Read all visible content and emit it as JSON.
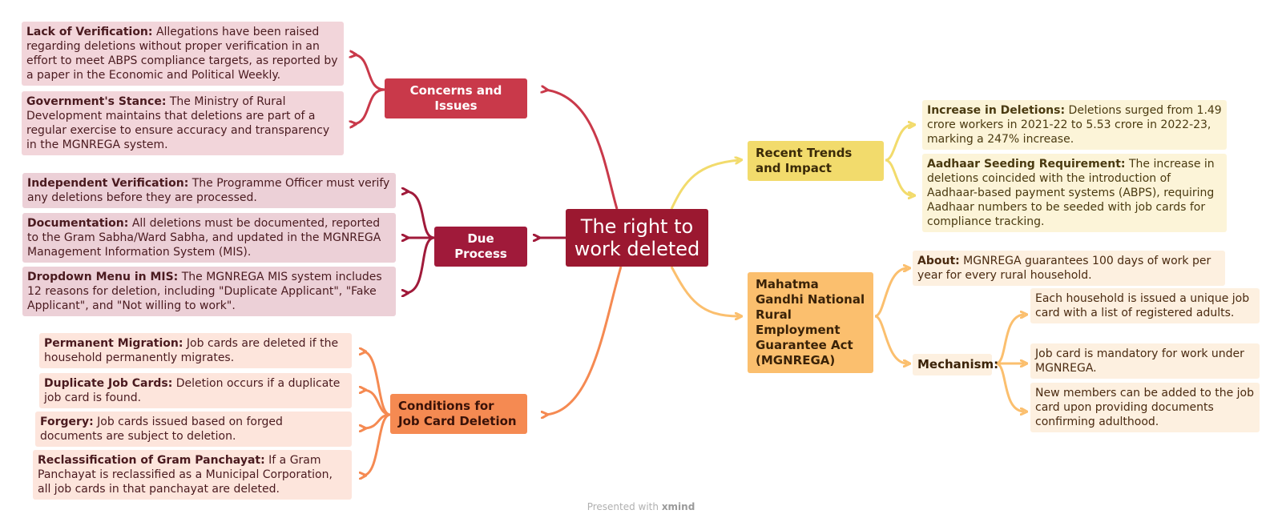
{
  "central": {
    "title": "The right to work deleted"
  },
  "concerns": {
    "label": "Concerns and Issues",
    "items": [
      {
        "title": "Lack of Verification:",
        "text": " Allegations have been raised regarding deletions without proper verification in an effort to meet ABPS compliance targets, as reported by a paper in the Economic and Political Weekly."
      },
      {
        "title": "Government's Stance:",
        "text": " The Ministry of Rural Development maintains that deletions are part of a regular exercise to ensure accuracy and transparency in the MGNREGA system."
      }
    ]
  },
  "due_process": {
    "label": "Due Process",
    "items": [
      {
        "title": "Independent Verification:",
        "text": " The Programme Officer must verify any deletions before they are processed."
      },
      {
        "title": "Documentation:",
        "text": " All deletions must be documented, reported to the Gram Sabha/Ward Sabha, and updated in the MGNREGA Management Information System (MIS)."
      },
      {
        "title": "Dropdown Menu in MIS:",
        "text": " The MGNREGA MIS system includes 12 reasons for deletion, including \"Duplicate Applicant\", \"Fake Applicant\", and \"Not willing to work\"."
      }
    ]
  },
  "conditions": {
    "label": "Conditions for Job Card Deletion",
    "items": [
      {
        "title": "Permanent Migration:",
        "text": " Job cards are deleted if the household permanently migrates."
      },
      {
        "title": "Duplicate Job Cards:",
        "text": " Deletion occurs if a duplicate job card is found."
      },
      {
        "title": "Forgery:",
        "text": " Job cards issued based on forged documents are subject to deletion."
      },
      {
        "title": "Reclassification of Gram Panchayat:",
        "text": " If a Gram Panchayat is reclassified as a Municipal Corporation, all job cards in that panchayat are deleted."
      }
    ]
  },
  "trends": {
    "label": "Recent Trends and Impact",
    "items": [
      {
        "title": "Increase in Deletions:",
        "text": " Deletions surged from 1.49 crore workers in 2021-22 to 5.53 crore in 2022-23, marking a 247% increase."
      },
      {
        "title": "Aadhaar Seeding Requirement:",
        "text": " The increase in deletions coincided with the introduction of Aadhaar-based payment systems (ABPS), requiring Aadhaar numbers to be seeded with job cards for compliance tracking."
      }
    ]
  },
  "mgnrega": {
    "label": "Mahatma Gandhi National Rural Employment Guarantee Act (MGNREGA)",
    "about": {
      "title": "About:",
      "text": " MGNREGA guarantees 100 days of work per year for every rural household."
    },
    "mechanism": {
      "label": "Mechanism:",
      "items": [
        "Each household is issued a unique job card with a list of registered adults.",
        "Job card is mandatory for work under MGNREGA.",
        "New members can be added to the job card upon providing documents confirming adulthood."
      ]
    }
  },
  "footer": {
    "prefix": "Presented with ",
    "brand": "xmind"
  },
  "colors": {
    "central": "#9b1830",
    "concerns": "#c9394a",
    "due_process": "#a01a3a",
    "conditions": "#f58a52",
    "trends": "#f2db6c",
    "mgnrega": "#fbbf6e"
  }
}
